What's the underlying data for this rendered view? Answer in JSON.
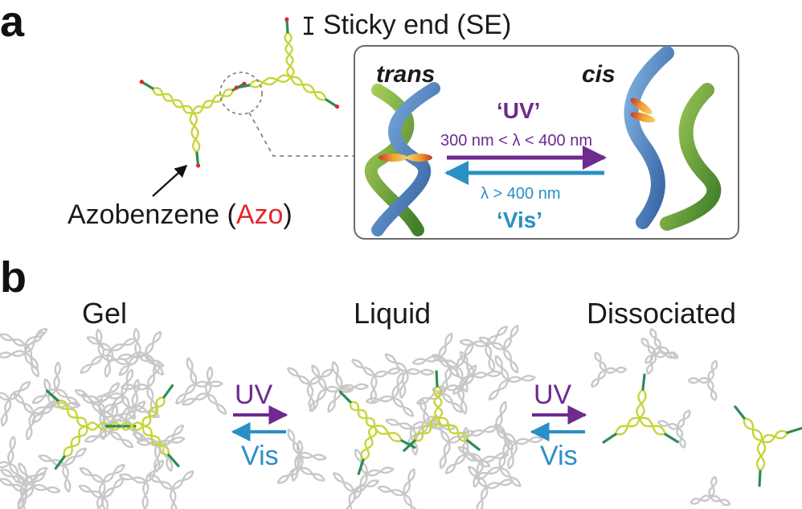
{
  "panel_a": {
    "letter": "a",
    "sticky_end_label": "Sticky end (SE)",
    "azo_label_prefix": "Azobenzene (",
    "azo_label_highlight": "Azo",
    "azo_label_suffix": ")",
    "inset": {
      "trans_label": "trans",
      "cis_label": "cis",
      "uv_label": "‘UV’",
      "uv_condition": "300 nm < λ < 400 nm",
      "vis_condition": "λ > 400 nm",
      "vis_label": "‘Vis’"
    }
  },
  "panel_b": {
    "letter": "b",
    "stages": [
      "Gel",
      "Liquid",
      "Dissociated"
    ],
    "arrow_1": {
      "forward": "UV",
      "backward": "Vis"
    },
    "arrow_2": {
      "forward": "UV",
      "backward": "Vis"
    }
  },
  "colors": {
    "uv": "#6d2a8f",
    "vis": "#2a8fc4",
    "azo": "#e3262a",
    "dna_arm": "#c8d43a",
    "sticky_end": "#2e8b57",
    "network": "#c8c8c8"
  }
}
